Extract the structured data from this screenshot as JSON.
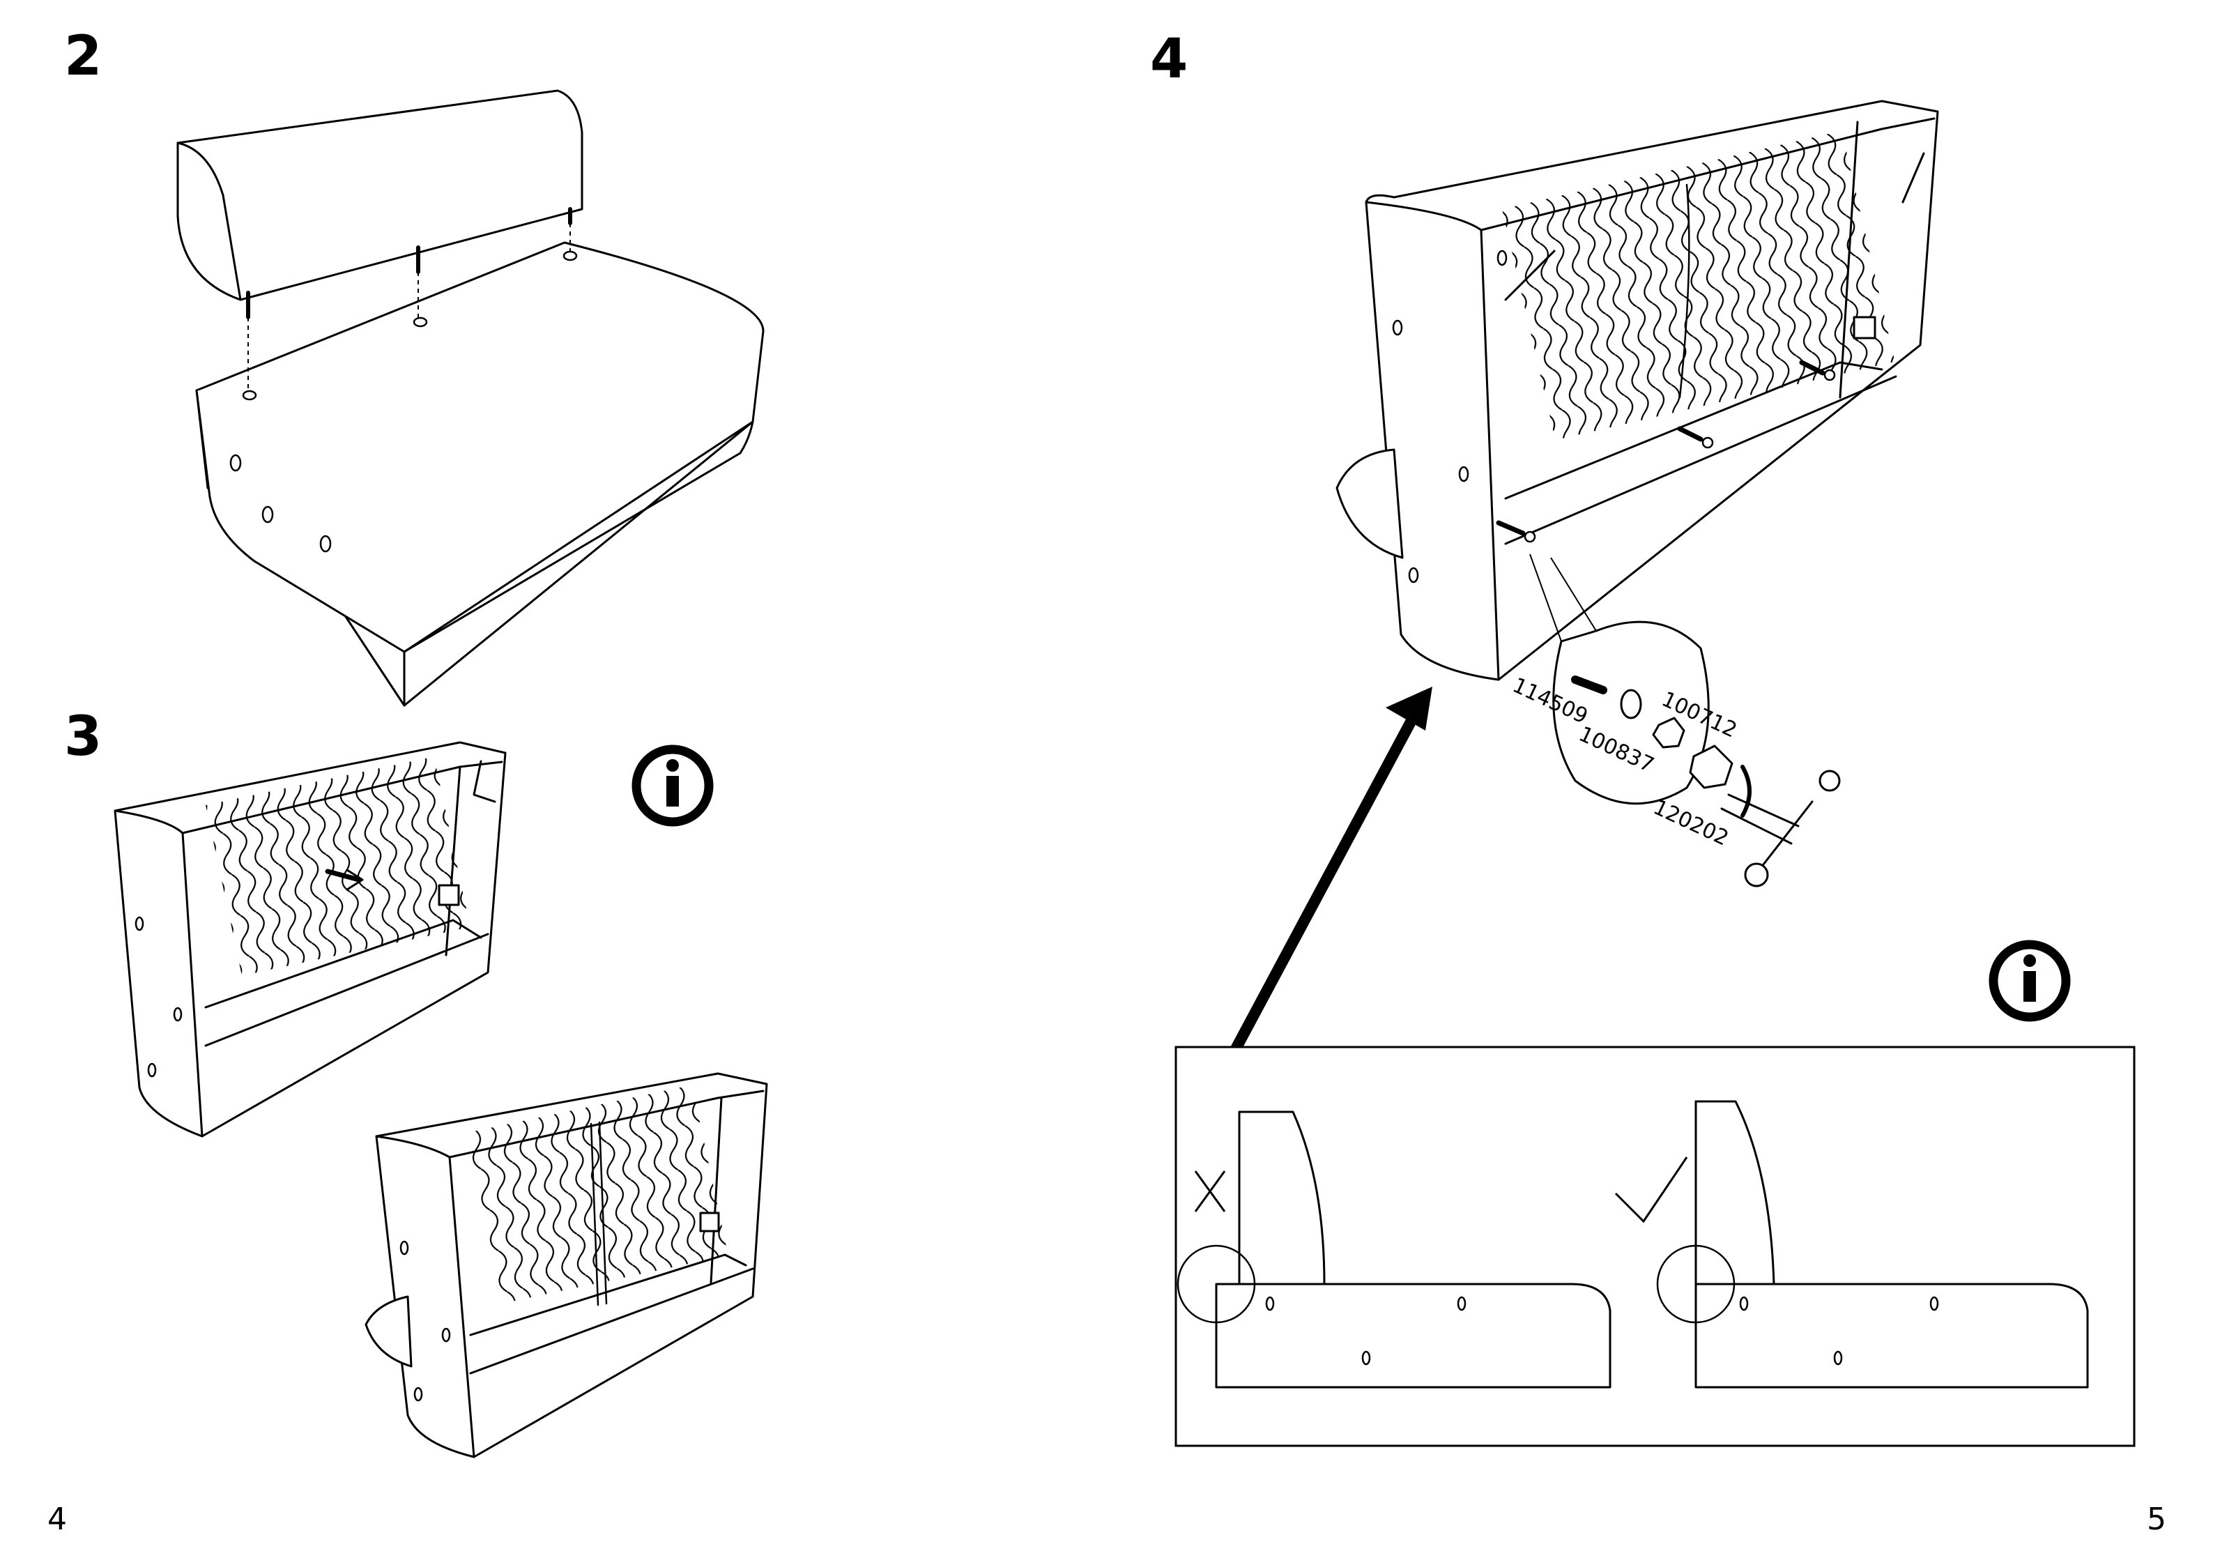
{
  "steps": {
    "two": "2",
    "three": "3",
    "four": "4"
  },
  "info_icon": {
    "icon": "info-icon",
    "glyph": "i"
  },
  "parts": {
    "screw": "114509",
    "washer": "100712",
    "nut": "100837",
    "tool": "120202"
  },
  "pages": {
    "left": "4",
    "right": "5"
  },
  "marks": {
    "wrong": "cross-mark-icon",
    "right": "check-mark-icon"
  }
}
